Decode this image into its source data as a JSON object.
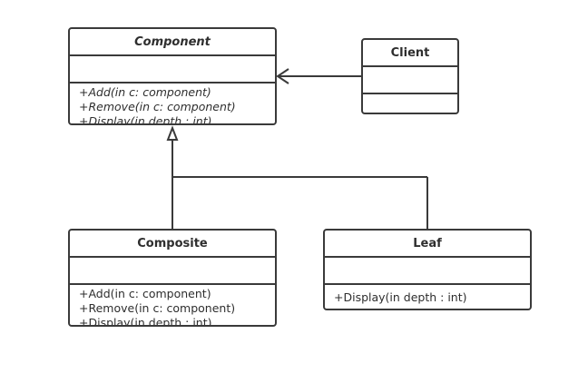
{
  "classes": {
    "component": {
      "name": "Component",
      "operations": [
        "+Add(in c: component)",
        "+Remove(in c: component)",
        "+Display(in depth : int)"
      ]
    },
    "client": {
      "name": "Client",
      "operations": []
    },
    "composite": {
      "name": "Composite",
      "operations": [
        "+Add(in c: component)",
        "+Remove(in c: component)",
        "+Display(in depth : int)"
      ]
    },
    "leaf": {
      "name": "Leaf",
      "operations": [
        "+Display(in depth : int)"
      ]
    }
  },
  "colors": {
    "line": "#3a3a3a",
    "text": "#2e2e2e",
    "background": "#ffffff"
  }
}
